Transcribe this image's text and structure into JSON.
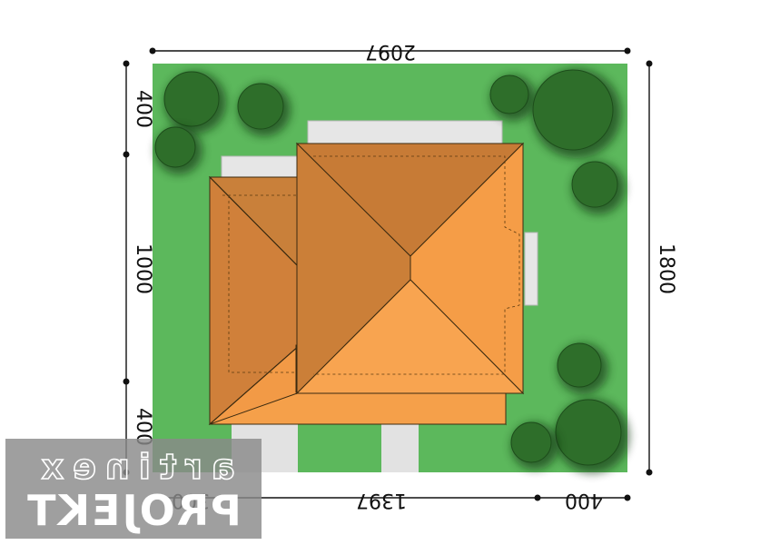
{
  "dimensions": {
    "top_width": "2097",
    "right_height": "1800",
    "left_top": "400",
    "left_middle": "1000",
    "left_bottom": "400",
    "bottom_left": "300",
    "bottom_middle": "1397",
    "bottom_right": "400"
  },
  "watermark": {
    "line1": "artinex",
    "line2": "PROJEKT"
  },
  "colors": {
    "lawn": "#5cb85c",
    "tree": "#2e6e2a",
    "roof_light": "#f5a04a",
    "roof_dark": "#c9803a",
    "paving": "#e4e4e4"
  }
}
